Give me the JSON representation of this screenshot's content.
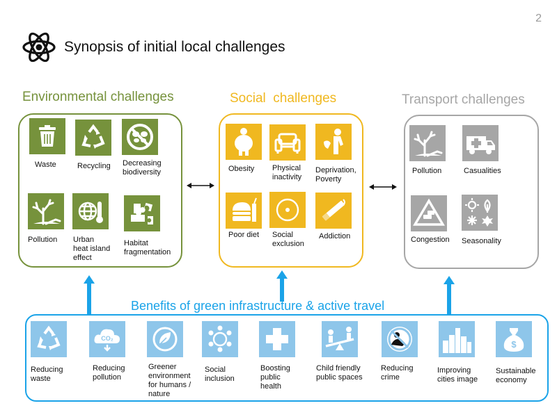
{
  "page_number": "2",
  "title": "Synopsis of initial local challenges",
  "colors": {
    "environmental": "#76923c",
    "social": "#f0b820",
    "transport": "#a6a6a6",
    "benefits": "#1aa3e8",
    "benefit_tile": "#8ec6ea"
  },
  "environmental": {
    "title": "Environmental challenges",
    "items": [
      {
        "icon": "trash-can-icon",
        "label": "Waste"
      },
      {
        "icon": "recycling-icon",
        "label": "Recycling"
      },
      {
        "icon": "no-butterfly-icon",
        "label": "Decreasing\nbiodiversity"
      },
      {
        "icon": "dead-tree-icon",
        "label": "Pollution"
      },
      {
        "icon": "globe-thermometer-icon",
        "label": "Urban\nheat island\neffect"
      },
      {
        "icon": "puzzle-pieces-icon",
        "label": "Habitat\nfragmentation"
      }
    ]
  },
  "social": {
    "title": "Social  challenges",
    "items": [
      {
        "icon": "obese-person-icon",
        "label": "Obesity"
      },
      {
        "icon": "armchair-icon",
        "label": "Physical\ninactivity"
      },
      {
        "icon": "beggar-icon",
        "label": "Deprivation,\nPoverty"
      },
      {
        "icon": "fast-food-icon",
        "label": "Poor diet"
      },
      {
        "icon": "circle-dot-icon",
        "label": "Social\nexclusion"
      },
      {
        "icon": "cigarette-icon",
        "label": "Addiction"
      }
    ]
  },
  "transport": {
    "title": "Transport challenges",
    "items": [
      {
        "icon": "dead-tree-icon",
        "label": "Pollution"
      },
      {
        "icon": "ambulance-icon",
        "label": "Casualities"
      },
      {
        "icon": "traffic-sign-icon",
        "label": "Congestion"
      },
      {
        "icon": "seasons-icon",
        "label": "Seasonality"
      }
    ]
  },
  "benefits": {
    "title": "Benefits of green infrastructure & active travel",
    "items": [
      {
        "icon": "recycling-icon",
        "label": "Reducing\nwaste"
      },
      {
        "icon": "co2-cloud-icon",
        "label": "Reducing\npollution"
      },
      {
        "icon": "leaf-circle-icon",
        "label": "Greener\nenvironment\nfor humans /\nnature"
      },
      {
        "icon": "people-circle-icon",
        "label": "Social\ninclusion"
      },
      {
        "icon": "medical-cross-icon",
        "label": "Boosting\npublic\nhealth"
      },
      {
        "icon": "seesaw-icon",
        "label": "Child friendly\npublic spaces"
      },
      {
        "icon": "no-crime-icon",
        "label": "Reducing\ncrime"
      },
      {
        "icon": "city-skyline-icon",
        "label": "Improving\ncities image"
      },
      {
        "icon": "money-bag-icon",
        "label": "Sustainable\neconomy"
      }
    ]
  }
}
